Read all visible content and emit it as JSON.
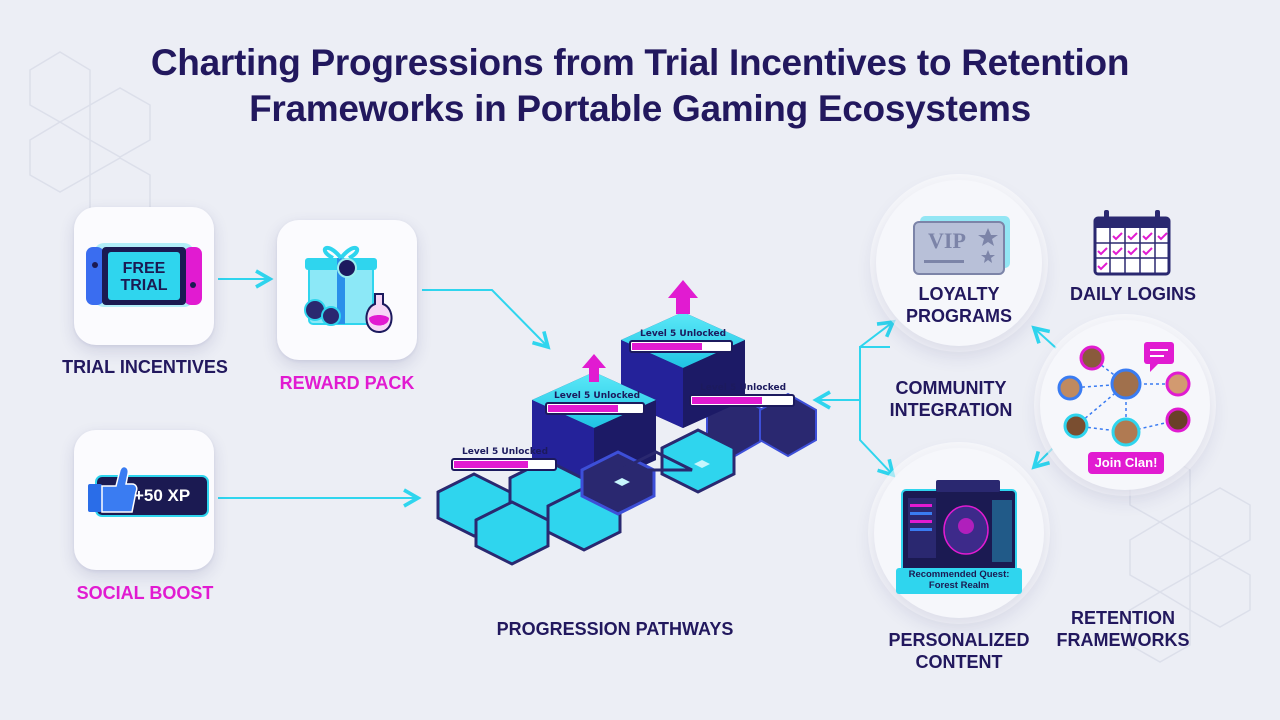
{
  "title": {
    "line1": "Charting Progressions from Trial Incentives to Retention",
    "line2": "Frameworks in Portable Gaming Ecosystems"
  },
  "left": {
    "trial": {
      "badge": "FREE TRIAL",
      "label": "TRIAL INCENTIVES"
    },
    "reward": {
      "label": "REWARD PACK"
    },
    "social": {
      "badge": "+50 XP",
      "label": "SOCIAL BOOST"
    }
  },
  "center": {
    "label": "PROGRESSION PATHWAYS",
    "level_tags": [
      "Level 5 Unlocked",
      "Level 5 Unlocked",
      "Level 5 Unlocked",
      "Level 5 Unlocked"
    ]
  },
  "right": {
    "loyalty": {
      "badge": "VIP",
      "label": "LOYALTY PROGRAMS"
    },
    "daily": {
      "label": "DAILY LOGINS"
    },
    "community": {
      "button": "Join Clan!",
      "label": "COMMUNITY INTEGRATION"
    },
    "personalized": {
      "quest": "Recommended Quest: Forest Realm",
      "label": "PERSONALIZED CONTENT"
    },
    "retention": {
      "label": "RETENTION FRAMEWORKS"
    }
  },
  "colors": {
    "navy": "#22185e",
    "magenta": "#e11bd1",
    "cyan": "#2fd5ee",
    "dark_hex": "#2a2870"
  }
}
